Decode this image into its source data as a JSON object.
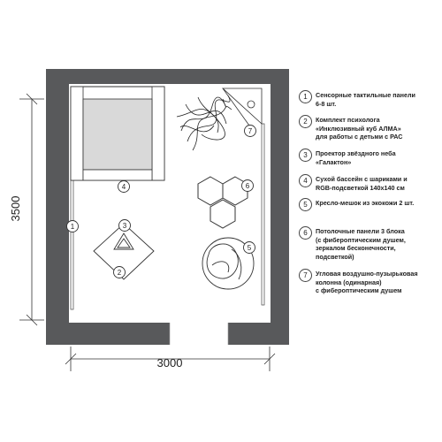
{
  "dimensions": {
    "width_label": "3000",
    "height_label": "3500"
  },
  "markers": [
    "1",
    "2",
    "3",
    "4",
    "5",
    "6",
    "7"
  ],
  "legend": [
    {
      "num": "1",
      "lines": [
        "Сенсорные тактильные панели",
        "6-8 шт."
      ]
    },
    {
      "num": "2",
      "lines": [
        "Комплект психолога",
        "«Инклюзивный куб АЛМА»",
        "для работы с детьми с РАС"
      ]
    },
    {
      "num": "3",
      "lines": [
        "Проектор звёздного неба",
        "«Галактон»"
      ]
    },
    {
      "num": "4",
      "lines": [
        "Сухой бассейн с шариками и",
        "RGB-подсветкой 140х140 см"
      ]
    },
    {
      "num": "5",
      "lines": [
        "Кресло-мешок из экокожи 2 шт."
      ]
    },
    {
      "num": "6",
      "lines": [
        "Потолочные панели 3 блока",
        "(с фиберοптическим душем,",
        "зеркалом бесконечности,",
        "подсветкой)"
      ]
    },
    {
      "num": "7",
      "lines": [
        "Угловая воздушно-пузырьковая",
        "колонна (одинарная)",
        "с фиберοптическим душем"
      ]
    }
  ],
  "colors": {
    "wall": "#58595b",
    "line": "#333333",
    "pool_fill": "#d9d9d9"
  }
}
